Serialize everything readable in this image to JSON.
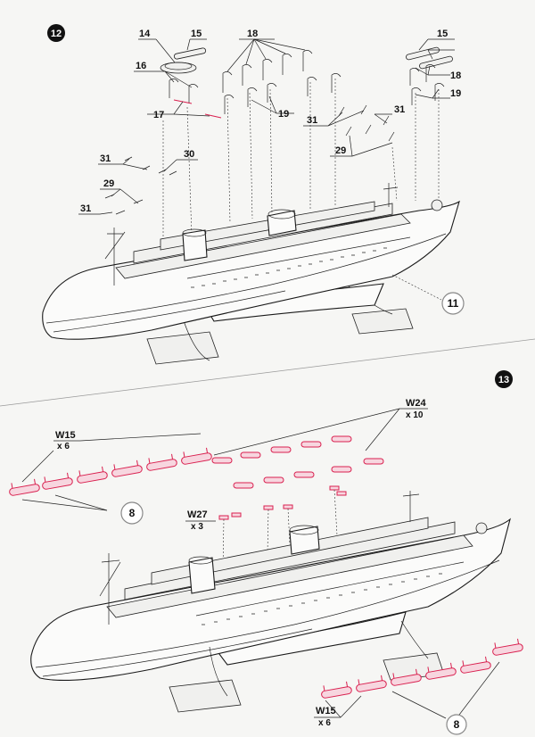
{
  "steps": [
    {
      "number": "12",
      "part_ref": "11",
      "labels": [
        "14",
        "15",
        "15",
        "16",
        "17",
        "18",
        "18",
        "19",
        "19",
        "31",
        "31",
        "29",
        "30",
        "31",
        "29",
        "31"
      ]
    },
    {
      "number": "13",
      "part_ref_top": "8",
      "part_ref_bottom": "8",
      "parts": [
        {
          "code": "W15",
          "qty": "x 6"
        },
        {
          "code": "W24",
          "qty": "x 10"
        },
        {
          "code": "W27",
          "qty": "x 3"
        },
        {
          "code": "W15",
          "qty": "x 6"
        }
      ]
    }
  ],
  "colors": {
    "ink": "#111111",
    "highlight": "#d9204f"
  }
}
